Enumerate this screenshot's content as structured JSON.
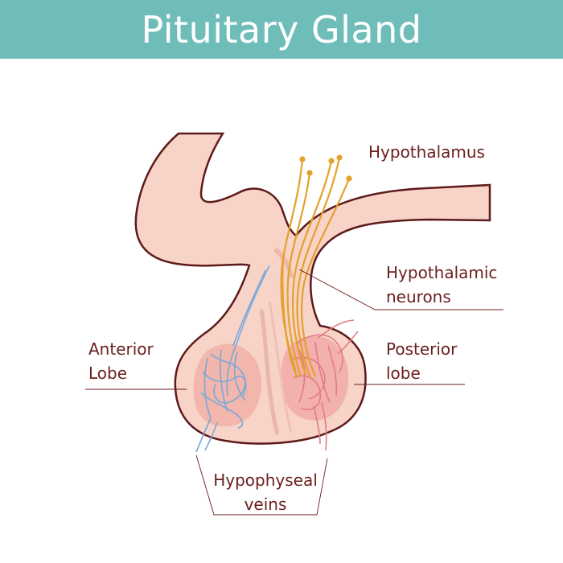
{
  "title": "Pituitary Gland",
  "labels": {
    "hypothalamus": "Hypothalamus",
    "hypothalamic_neurons_line1": "Hypothalamic",
    "hypothalamic_neurons_line2": "neurons",
    "anterior_lobe_line1": "Anterior",
    "anterior_lobe_line2": "Lobe",
    "posterior_lobe_line1": "Posterior",
    "posterior_lobe_line2": "lobe",
    "hypophyseal_veins_line1": "Hypophyseal",
    "hypophyseal_veins_line2": "veins"
  },
  "colors": {
    "header": "#6fbdb9",
    "tissue": "#f7d3c8",
    "outline": "#5e1a1a",
    "label_text": "#6b1e1e",
    "neurons": "#e4a12b",
    "veins": "#7aa8d8",
    "arteries": "#e47b86"
  }
}
